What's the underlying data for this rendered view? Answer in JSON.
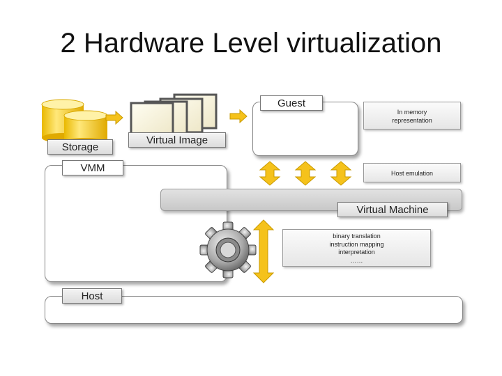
{
  "title": "2 Hardware Level virtualization",
  "labels": {
    "storage": "Storage",
    "virtual_image": "Virtual Image",
    "guest": "Guest",
    "vmm": "VMM",
    "virtual_machine": "Virtual Machine",
    "host": "Host"
  },
  "notes": {
    "in_memory_1": "In memory",
    "in_memory_2": "representation",
    "host_emulation": "Host emulation",
    "binary_translation": "binary translation",
    "instruction_mapping": "instruction mapping",
    "interpretation": "interpretation",
    "ellipsis": "……"
  },
  "colors": {
    "arrow_yellow": "#f5c21b",
    "arrow_dark": "#c99a00",
    "storage_yellow": "#f7d54a"
  },
  "icons": [
    "storage-cylinders-icon",
    "virtual-image-stack-icon",
    "gear-icon",
    "right-arrow-icon",
    "double-arrow-icon"
  ]
}
